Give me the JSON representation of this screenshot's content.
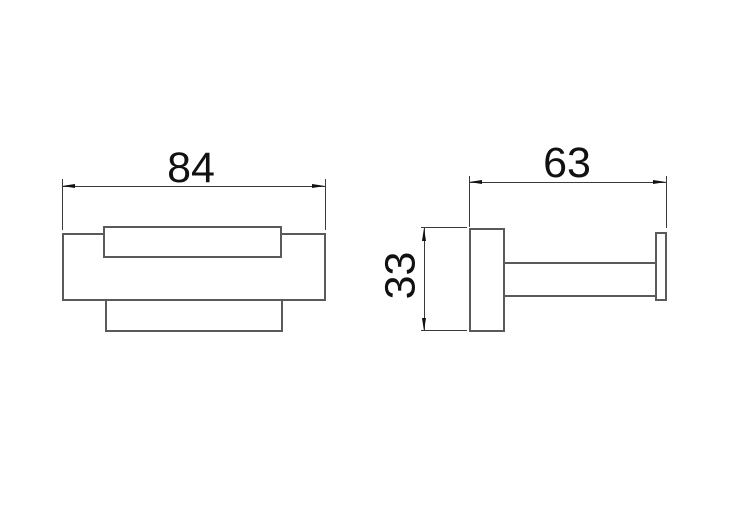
{
  "dimensions": {
    "front_width": "84",
    "side_depth": "63",
    "side_height": "33"
  },
  "colors": {
    "background": "#ffffff",
    "part_outline": "#5a5a5a",
    "dimension_line": "#3a3a3a",
    "text": "#111111"
  }
}
